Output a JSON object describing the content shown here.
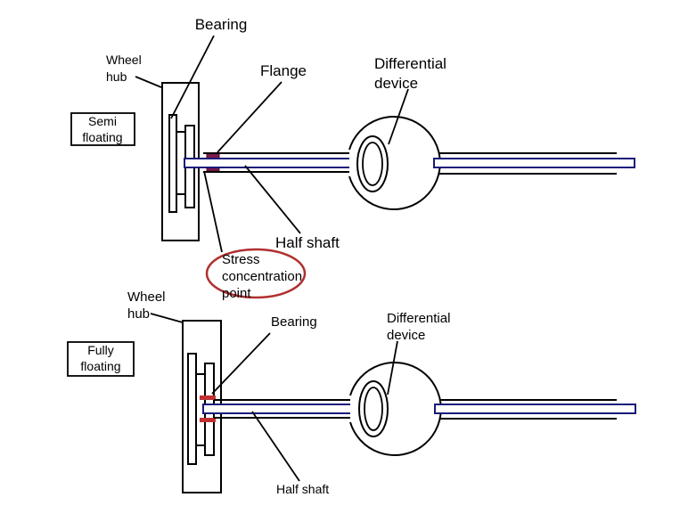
{
  "semi_floating": {
    "badge": [
      "Semi",
      "floating"
    ],
    "wheel_hub": [
      "Wheel",
      "hub"
    ],
    "bearing": "Bearing",
    "flange": "Flange",
    "differential": [
      "Differential",
      "device"
    ],
    "half_shaft": "Half shaft",
    "stress_point": [
      "Stress",
      "concentration",
      "point"
    ]
  },
  "fully_floating": {
    "badge": [
      "Fully",
      "floating"
    ],
    "wheel_hub": [
      "Wheel",
      "hub"
    ],
    "bearing": "Bearing",
    "differential": [
      "Differential",
      "device"
    ],
    "half_shaft": "Half shaft"
  },
  "colors": {
    "line": "#000000",
    "shaft": "#1a1a7a",
    "flange": "#7a1a4a",
    "bearing_accent": "#c03030",
    "stress_circle": "#b03030"
  }
}
